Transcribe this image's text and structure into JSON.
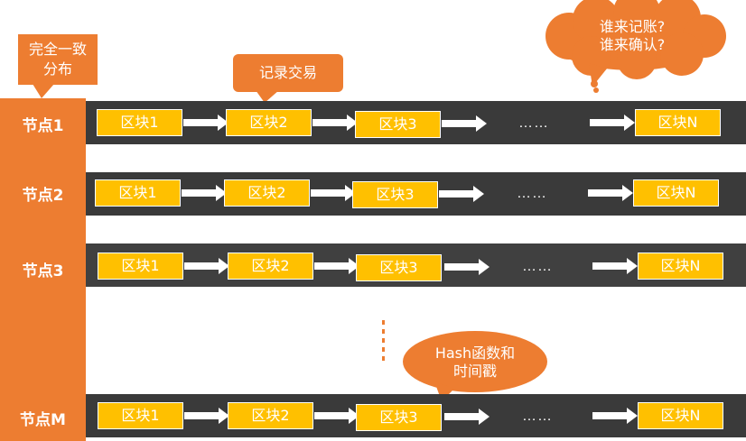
{
  "consensus_label_line1": "完全一致",
  "consensus_label_line2": "分布",
  "record_label": "记录交易",
  "cloud_line1": "谁来记账?",
  "cloud_line2": "谁来确认?",
  "hash_line1": "Hash函数和",
  "hash_line2": "时间戳",
  "ellipsis": "……",
  "colors": {
    "accent": "#ED7D31",
    "block": "#FFC000",
    "strip": "#3A3A3A"
  },
  "nodes": [
    {
      "label": "节点1",
      "blocks": [
        "区块1",
        "区块2",
        "区块3",
        "区块N"
      ]
    },
    {
      "label": "节点2",
      "blocks": [
        "区块1",
        "区块2",
        "区块3",
        "区块N"
      ]
    },
    {
      "label": "节点3",
      "blocks": [
        "区块1",
        "区块2",
        "区块3",
        "区块N"
      ]
    },
    {
      "label": "节点M",
      "blocks": [
        "区块1",
        "区块2",
        "区块3",
        "区块N"
      ]
    }
  ]
}
